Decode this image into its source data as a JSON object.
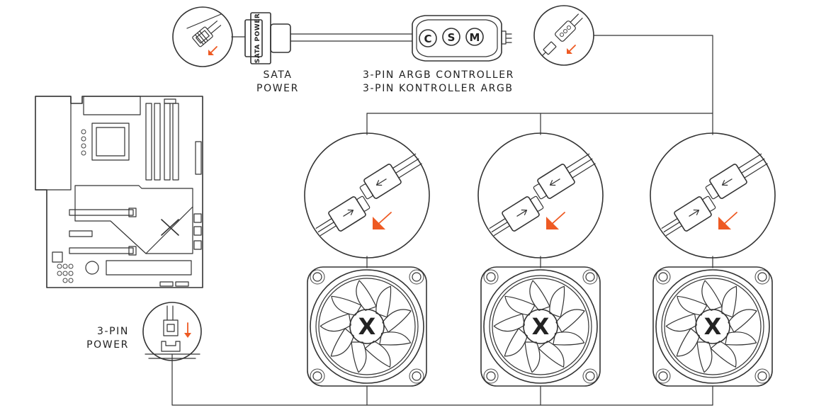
{
  "labels": {
    "sata_line1": "SATA",
    "sata_line2": "POWER",
    "controller_line1": "3-PIN ARGB CONTROLLER",
    "controller_line2": "3-PIN KONTROLLER ARGB",
    "power_line1": "3-PIN",
    "power_line2": "POWER"
  },
  "controller_buttons": [
    "C",
    "S",
    "M"
  ],
  "connector_text": "SATA POWER",
  "fan_logo": "X",
  "fan_count": 3,
  "colors": {
    "line": "#333333",
    "accent_arrow": "#ee5a23",
    "background": "#ffffff"
  },
  "icons": [
    "motherboard-icon",
    "sata-connector-icon",
    "argb-controller-icon",
    "fan-icon",
    "connector-detail-icon",
    "arrow-icon"
  ]
}
